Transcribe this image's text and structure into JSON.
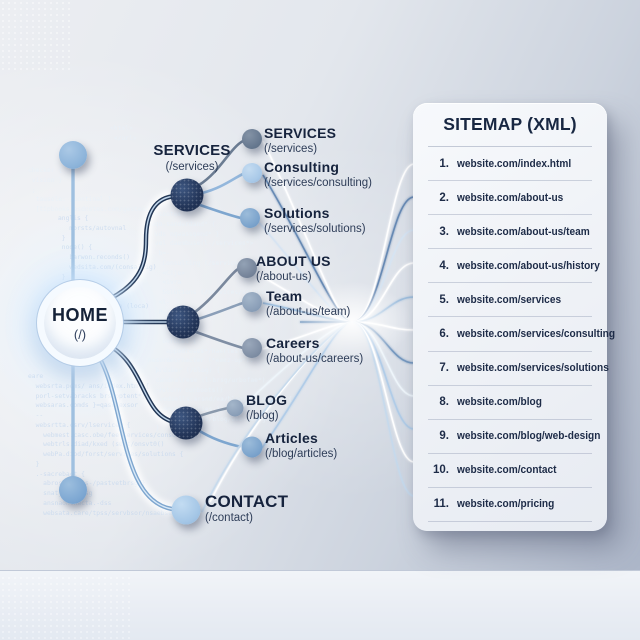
{
  "tree": {
    "home": {
      "name": "HOME",
      "path": "(/)"
    },
    "services_hub": {
      "name": "SERVICES",
      "path": "(/services)"
    },
    "children": [
      {
        "name": "SERVICES",
        "path": "(/services)"
      },
      {
        "name": "Consulting",
        "path": "(/services/consulting)"
      },
      {
        "name": "Solutions",
        "path": "(/services/solutions)"
      },
      {
        "name": "ABOUT US",
        "path": "(/about-us)"
      },
      {
        "name": "Team",
        "path": "(/about-us/team)"
      },
      {
        "name": "Careers",
        "path": "(/about-us/careers)"
      },
      {
        "name": "BLOG",
        "path": "(/blog)"
      },
      {
        "name": "Articles",
        "path": "(/blog/articles)"
      },
      {
        "name": "CONTACT",
        "path": "(/contact)"
      }
    ]
  },
  "panel": {
    "title": "SITEMAP (XML)",
    "items": [
      {
        "num": "1.",
        "url": "website.com/index.html"
      },
      {
        "num": "2.",
        "url": "website.com/about-us"
      },
      {
        "num": "3.",
        "url": "website.com/about-us/team"
      },
      {
        "num": "4.",
        "url": "website.com/about-us/history"
      },
      {
        "num": "5.",
        "url": "website.com/services"
      },
      {
        "num": "6.",
        "url": "website.com/services/consulting"
      },
      {
        "num": "7.",
        "url": "website.com/services/solutions"
      },
      {
        "num": "8.",
        "url": "website.com/blog"
      },
      {
        "num": "9.",
        "url": "website.com/blog/web-design"
      },
      {
        "num": "10.",
        "url": "website.com/contact"
      },
      {
        "num": "11.",
        "url": "website.com/pricing"
      }
    ]
  },
  "background": {
    "code_fragments": [
      {
        "text": "<html>\n </url>"
      },
      {
        "text": "checker {\n vision }\n ;\n  tausole: /continal }\n  [tipbooks_esdnotes.com/gesteol]"
      },
      {
        "text": "anglis {\n   morsts/autovnal\n }\n node() {\n   barwon.reconds()\n   wedsita.com/(consaltig)\n }\n\n -veberneext {\n   webtra.esoncte (loca)\n }"
      },
      {
        "text": "resootes\nwqo-sanderdand* {\n vds nqwassqend* }\n vel daembuse(l-/services*>\n  b=-\n   Consulting (/services/consulting*/)\n   <Cije>\n   <ivra\n   Solutions (/services/solutions) /P-\n  <l-\n  P-\n </solse*\n\n - oerbces {\n    appedreses*/haertesla(.\n    oesrnacter (*eaez-op*).\n }\n\n  return conboots()"
      },
      {
        "text": "nesor&\n  ardsber (/blog) {\n  candnalrese (l-brsg/urbofae*)\n  --\n  -vedsells.arsnd/ea/blog/web-design {\n    morel/srvties }\n    wabsite.asro/blog/web-design*}\n  }"
      },
      {
        "text": "eare\n  websrta.poms/ ans/index.html {\n  porl-setvabracks brsvoptent*}\n  websaras.comds }=qaschexsor\n  --\n  websrtta.csrv/lservices {\n    webmest.casc.obe/fee(services/consulting()\n    webtrls.diad/kxed (surt/onsvt0()\n    webPa.diod/forst/services/solutions {\n  }\n  .-sacrebact {\n    abroslnamoss-/pastvetbrsg }\n    snatjon: tdsg\n    ansnaonlnacta.-dss\n    websata.care/tpss/servbsor/nsaebsebnotel)"
      }
    ]
  },
  "colors": {
    "accent_navy": "#223457",
    "accent_blue": "#7ba3cc",
    "accent_light_blue": "#a9c9e8",
    "panel_bg": "#f2f5f9",
    "text_dark": "#16233d"
  }
}
